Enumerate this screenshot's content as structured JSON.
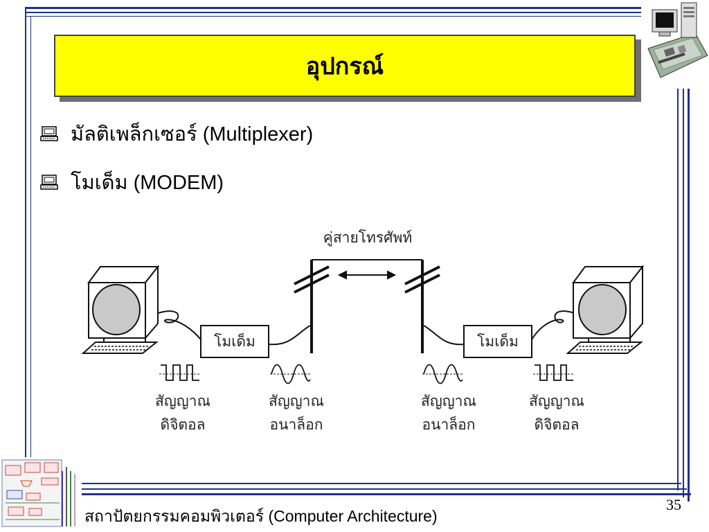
{
  "slide": {
    "title": "อุปกรณ์",
    "bullets": [
      {
        "icon": "computer-icon",
        "text": "มัลติเพล็กเซอร์ (Multiplexer)"
      },
      {
        "icon": "computer-icon",
        "text": "โมเด็ม (MODEM)"
      }
    ]
  },
  "diagram": {
    "phone_line_label": "คู่สายโทรศัพท์",
    "modem_left": "โมเด็ม",
    "modem_right": "โมเด็ม",
    "signals": [
      {
        "line1": "สัญญาณ",
        "line2": "ดิจิตอล"
      },
      {
        "line1": "สัญญาณ",
        "line2": "อนาล็อก"
      },
      {
        "line1": "สัญญาณ",
        "line2": "อนาล็อก"
      },
      {
        "line1": "สัญญาณ",
        "line2": "ดิจิตอล"
      }
    ]
  },
  "footer": {
    "course": "สถาปัตยกรรมคอมพิวเตอร์ (Computer Architecture)",
    "page_number": "35"
  },
  "colors": {
    "frame": "#1e2f8a",
    "title_bg": "#ffff00"
  }
}
